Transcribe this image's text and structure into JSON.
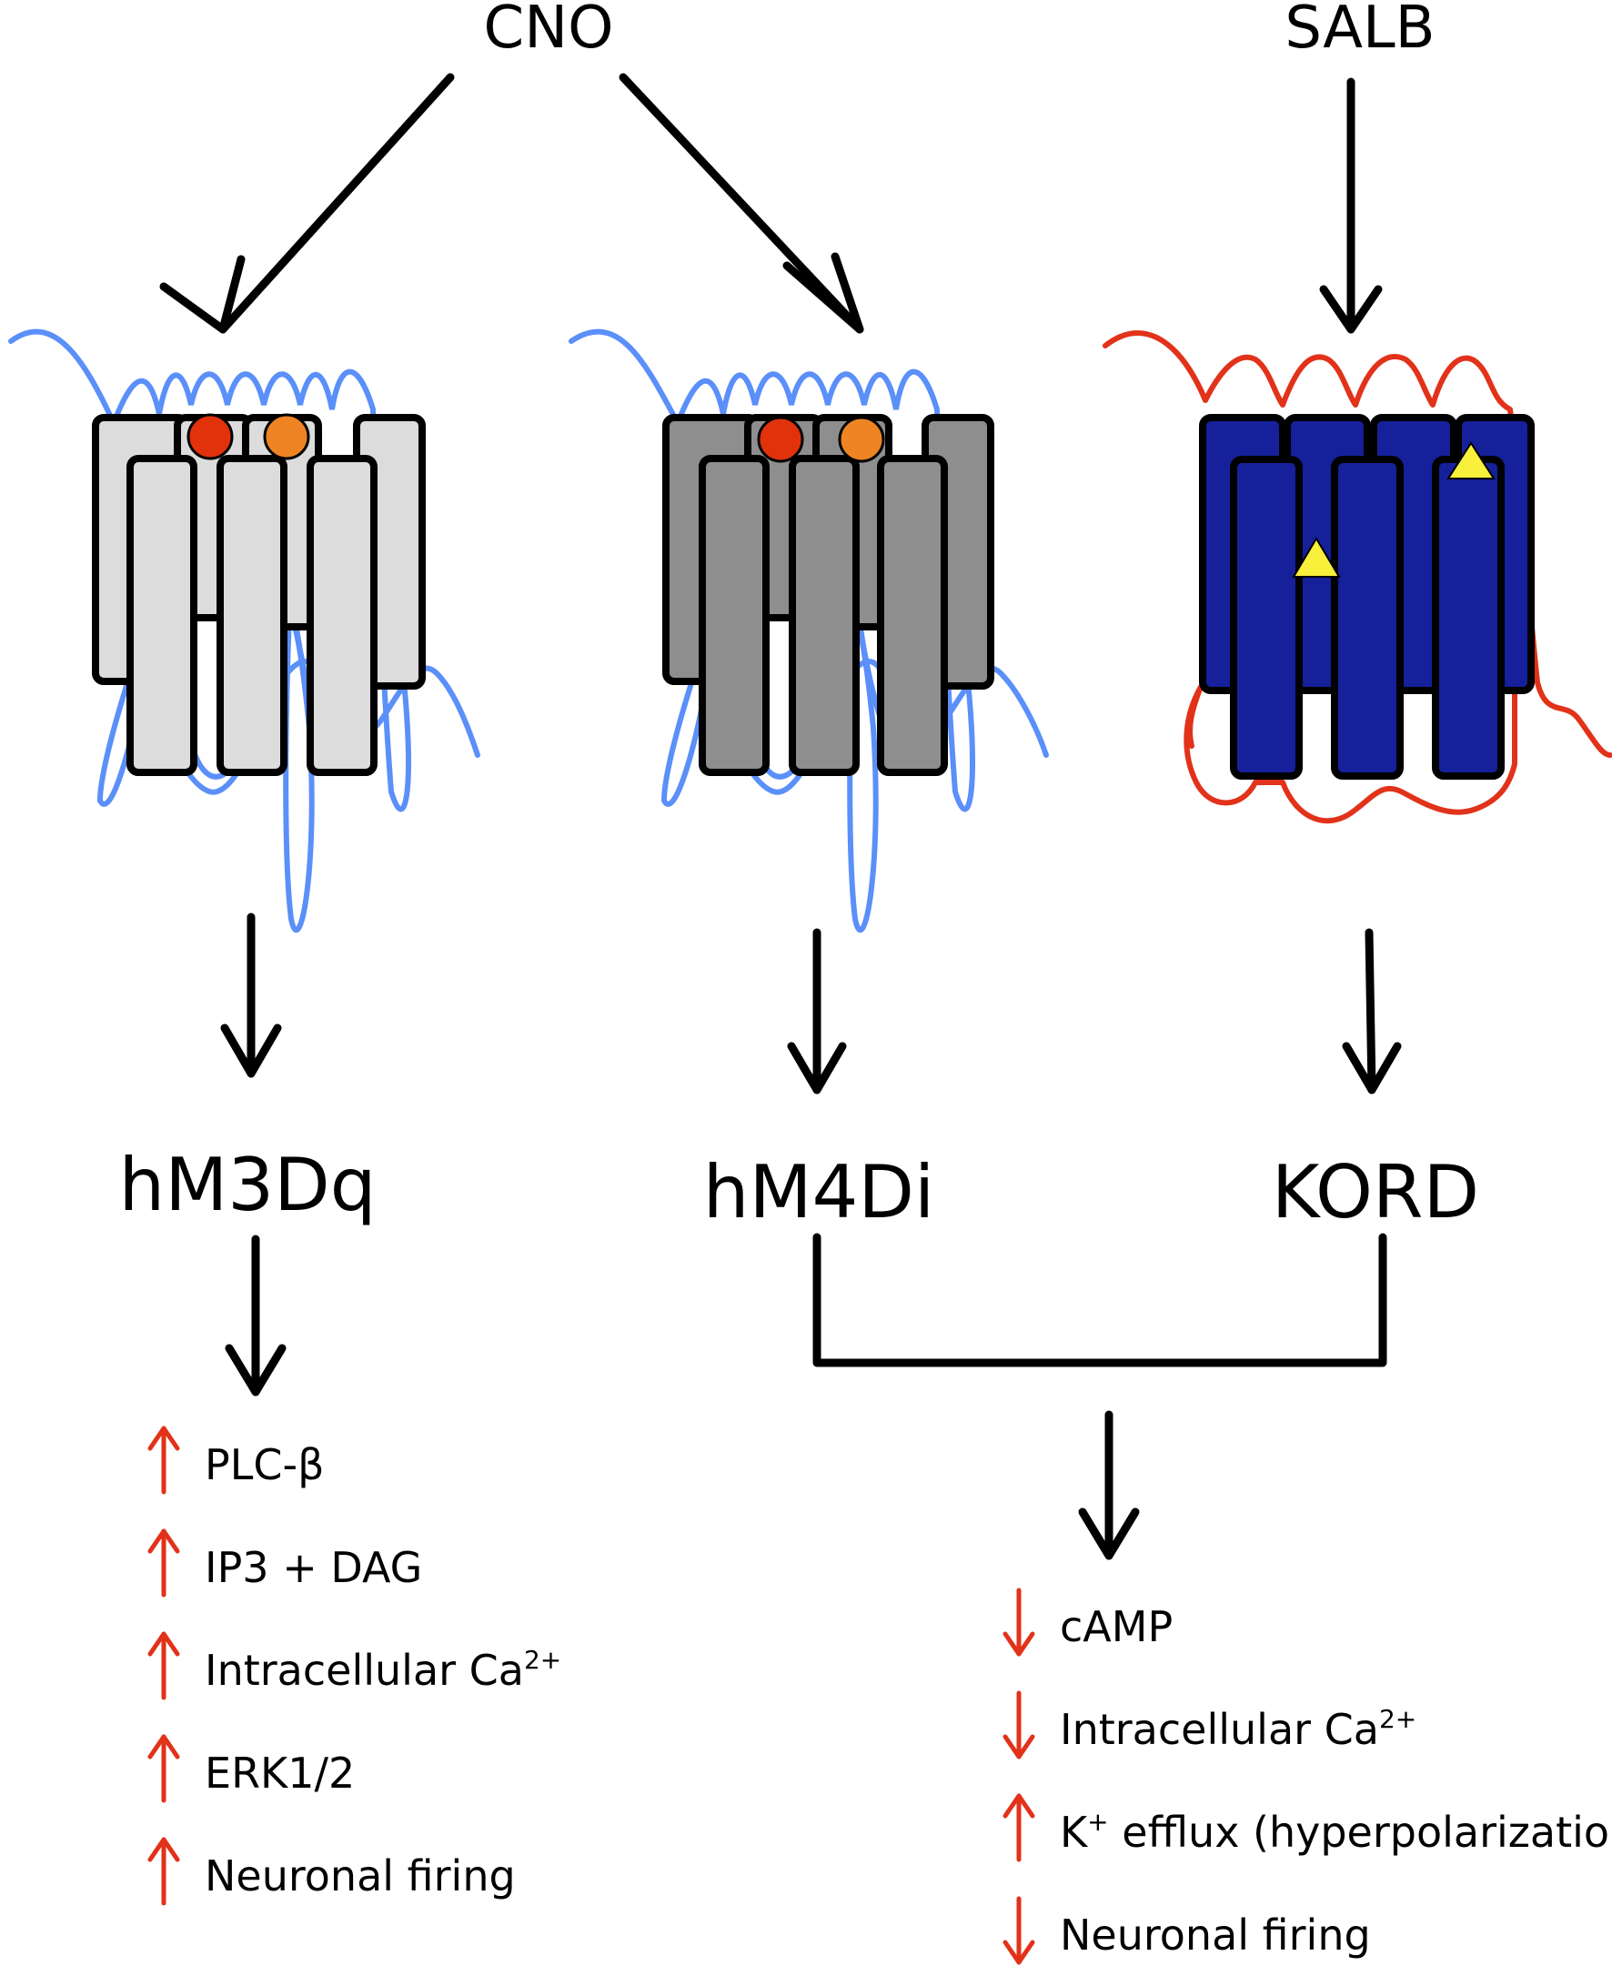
{
  "ligands": {
    "cno": "CNO",
    "salb": "SALB"
  },
  "receptors": {
    "hm3dq": "hM3Dq",
    "hm4di": "hM4Di",
    "kord": "KORD"
  },
  "hm3dq_effects": [
    {
      "direction": "up",
      "text": "PLC-β"
    },
    {
      "direction": "up",
      "text": "IP3 + DAG"
    },
    {
      "direction": "up",
      "text": "Intracellular Ca",
      "sup": "2+"
    },
    {
      "direction": "up",
      "text": "ERK1/2"
    },
    {
      "direction": "up",
      "text": "Neuronal firing"
    }
  ],
  "gi_effects": [
    {
      "direction": "down",
      "text": "cAMP"
    },
    {
      "direction": "down",
      "text": "Intracellular Ca",
      "sup": "2+"
    },
    {
      "direction": "up",
      "text": "K",
      "sup": "+",
      "suffix": " efflux (hyperpolarization)"
    },
    {
      "direction": "down",
      "text": "Neuronal firing"
    }
  ],
  "colors": {
    "muscarinic_backbone": "#5b8ff9",
    "kord_backbone": "#e2321a",
    "hm3dq_helix": "#dcdcdc",
    "hm4di_helix": "#8e8e8e",
    "kord_helix": "#15209a",
    "ligand_site_red": "#e2320c",
    "ligand_site_orange": "#ee8424",
    "kord_site_yellow": "#f8f03a",
    "effect_arrow": "#e2321a"
  }
}
